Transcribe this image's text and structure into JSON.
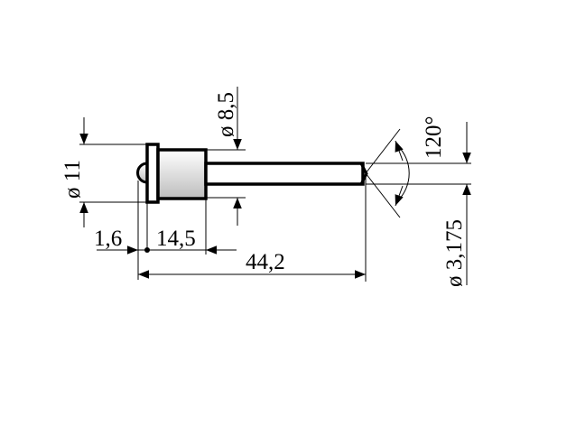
{
  "dimensions": {
    "flange_diameter": "ø 11",
    "shaft_diameter": "ø 8,5",
    "flange_thickness": "1,6",
    "body_length": "14,5",
    "overall_length": "44,2",
    "tip_angle": "120°",
    "pin_diameter": "ø 3,175"
  },
  "colors": {
    "line": "#000000",
    "body_fill_light": "#ffffff",
    "body_fill_dark": "#bdbdbd"
  }
}
